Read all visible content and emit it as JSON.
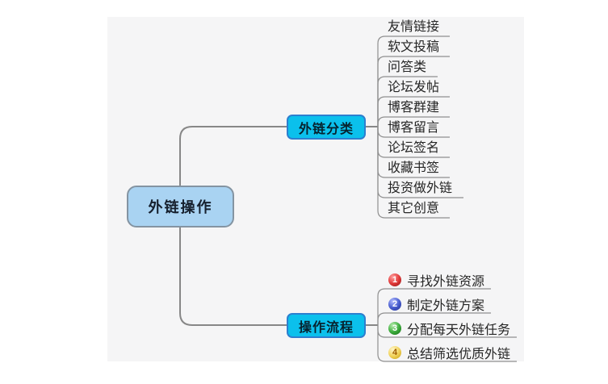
{
  "diagram": {
    "type": "mindmap",
    "root": {
      "label": "外链操作"
    },
    "branches": [
      {
        "label": "外链分类",
        "children": [
          {
            "label": "友情链接"
          },
          {
            "label": "软文投稿"
          },
          {
            "label": "问答类"
          },
          {
            "label": "论坛发帖"
          },
          {
            "label": "博客群建"
          },
          {
            "label": "博客留言"
          },
          {
            "label": "论坛签名"
          },
          {
            "label": "收藏书签"
          },
          {
            "label": "投资做外链"
          },
          {
            "label": "其它创意"
          }
        ]
      },
      {
        "label": "操作流程",
        "children": [
          {
            "num": "1",
            "label": "寻找外链资源",
            "icon_color": "#e23b3b"
          },
          {
            "num": "2",
            "label": "制定外链方案",
            "icon_color": "#4a5fd0"
          },
          {
            "num": "3",
            "label": "分配每天外链任务",
            "icon_color": "#3fae3f"
          },
          {
            "num": "4",
            "label": "总结筛选优质外链",
            "icon_color": "#f2d45e"
          }
        ]
      }
    ],
    "colors": {
      "canvas_bg": "#f5f5f6",
      "root_fill": "#a9d3f2",
      "root_border": "#8494a2",
      "branch_fill": "#0bc0ec",
      "branch_border": "#2d7fcf",
      "connector_line": "#878787"
    }
  }
}
